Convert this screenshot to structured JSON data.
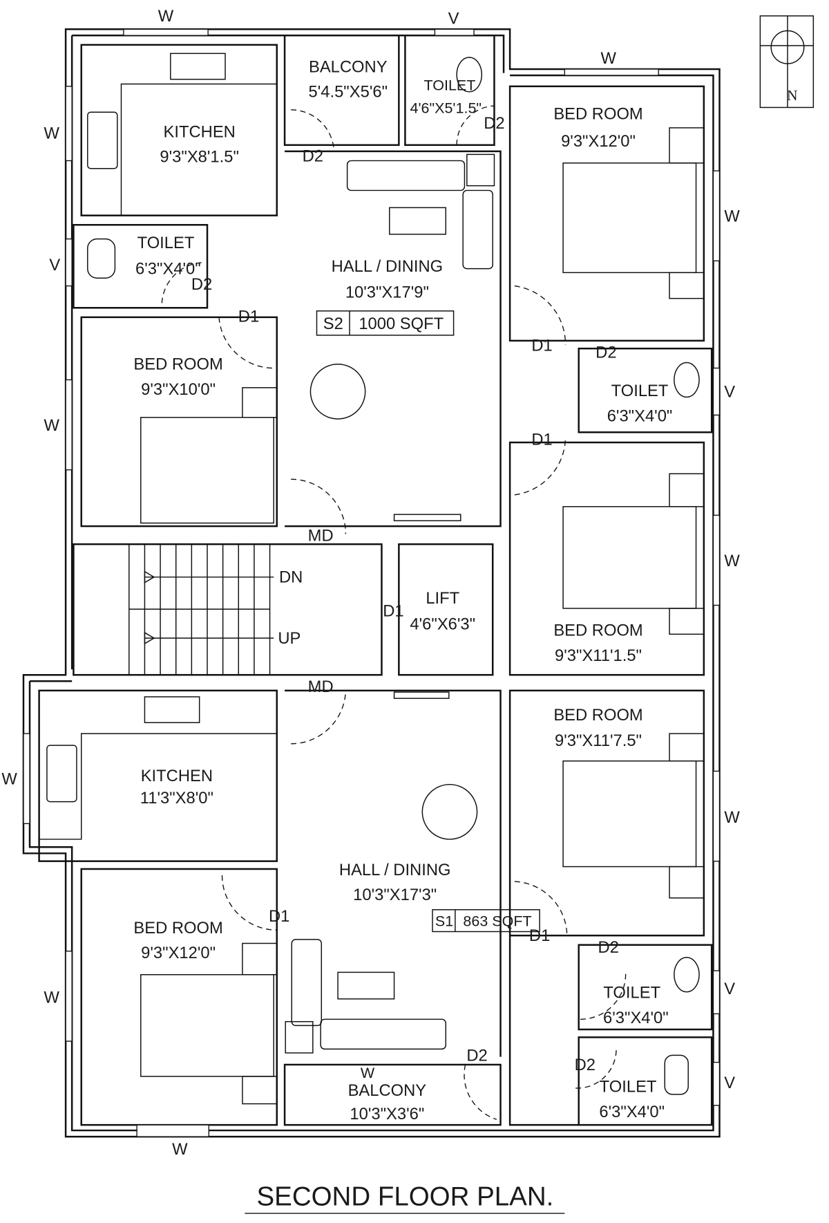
{
  "title": "SECOND FLOOR PLAN.",
  "compass": {
    "label": "N"
  },
  "upper_unit": {
    "kitchen": {
      "name": "KITCHEN",
      "size": "9'3\"X8'1.5\""
    },
    "balcony": {
      "name": "BALCONY",
      "size": "5'4.5\"X5'6\""
    },
    "toilet_top": {
      "name": "TOILET",
      "size": "4'6\"X5'1.5\""
    },
    "bedroom_ne": {
      "name": "BED ROOM",
      "size": "9'3\"X12'0\""
    },
    "toilet_west": {
      "name": "TOILET",
      "size": "6'3\"X4'0\""
    },
    "hall": {
      "name": "HALL / DINING",
      "size": "10'3\"X17'9\""
    },
    "area_tag": {
      "code": "S2",
      "area": "1000 SQFT"
    },
    "bedroom_w": {
      "name": "BED ROOM",
      "size": "9'3\"X10'0\""
    },
    "toilet_east": {
      "name": "TOILET",
      "size": "6'3\"X4'0\""
    },
    "bedroom_e": {
      "name": "BED ROOM",
      "size": "9'3\"X11'1.5\""
    }
  },
  "core": {
    "stairs": {
      "down": "DN",
      "up": "UP"
    },
    "lift": {
      "name": "LIFT",
      "size": "4'6\"X6'3\"",
      "door": "D1"
    },
    "main_door_upper": "MD",
    "main_door_lower": "MD"
  },
  "lower_unit": {
    "bedroom_e": {
      "name": "BED ROOM",
      "size": "9'3\"X11'7.5\""
    },
    "kitchen": {
      "name": "KITCHEN",
      "size": "11'3\"X8'0\""
    },
    "hall": {
      "name": "HALL / DINING",
      "size": "10'3\"X17'3\""
    },
    "area_tag": {
      "code": "S1",
      "area": "863 SQFT"
    },
    "bedroom_w": {
      "name": "BED ROOM",
      "size": "9'3\"X12'0\""
    },
    "toilet_1": {
      "name": "TOILET",
      "size": "6'3\"X4'0\""
    },
    "toilet_2": {
      "name": "TOILET",
      "size": "6'3\"X4'0\""
    },
    "balcony": {
      "name": "BALCONY",
      "size": "10'3\"X3'6\"",
      "window": "W"
    }
  },
  "doors": {
    "d1": "D1",
    "d2": "D2"
  },
  "windows": {
    "window": "W",
    "ventilator": "V"
  }
}
